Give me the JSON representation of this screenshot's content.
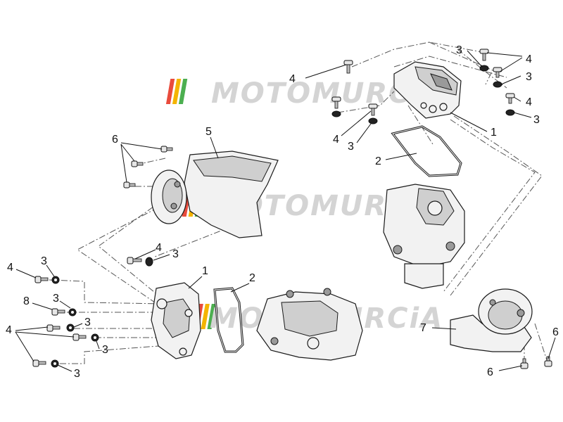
{
  "watermark": {
    "text": "MOTOMURCiA",
    "stripe_colors": [
      "#e94b3c",
      "#f4b400",
      "#4caf50"
    ]
  },
  "callouts": {
    "top_cover": "1",
    "top_gasket": "2",
    "top_washer_a": "3",
    "top_washer_b": "3",
    "top_washer_c": "3",
    "top_bolt_a": "4",
    "top_bolt_b": "4",
    "top_bolt_c": "4",
    "top_bolt_d": "4",
    "top_washer_d": "3",
    "heat_shield": "5",
    "heat_shield_bolts": "6",
    "mid_bolt": "4",
    "mid_washer": "3",
    "left_bolt_1": "4",
    "left_washer_1": "3",
    "left_bolt_8": "8",
    "left_washer_2": "3",
    "left_bolts_group": "4",
    "left_washer_3": "3",
    "left_washer_4": "3",
    "left_washer_5": "3",
    "bottom_cover": "1",
    "bottom_gasket": "2",
    "right_guard": "7",
    "right_bolt_a": "6",
    "right_bolt_b": "6"
  }
}
